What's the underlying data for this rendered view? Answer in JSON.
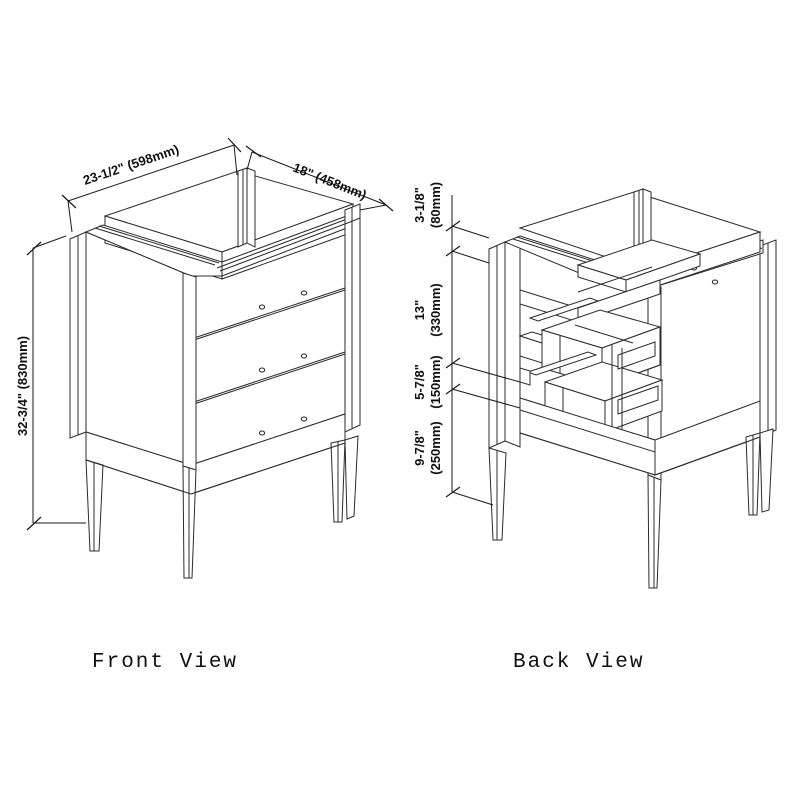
{
  "drawing": {
    "title_hidden": "",
    "background_color": "#ffffff",
    "line_color": "#2b2b2b",
    "text_color": "#111111"
  },
  "views": [
    {
      "id": "front",
      "caption": "Front View",
      "drawer_count": 3,
      "hole_pairs_per_drawer": 2
    },
    {
      "id": "back",
      "caption": "Back View",
      "drawer_box_count": 2,
      "hole_pairs_visible": 2
    }
  ],
  "dimensions": {
    "width": {
      "label": "23-1/2\" (598mm)",
      "imperial": "23-1/2\"",
      "metric": "598mm",
      "view": "front",
      "orientation": "top-left-diagonal"
    },
    "depth": {
      "label": "18\" (458mm)",
      "imperial": "18\"",
      "metric": "458mm",
      "view": "front",
      "orientation": "top-right-diagonal"
    },
    "height": {
      "label": "32-3/4\" (830mm)",
      "imperial": "32-3/4\"",
      "metric": "830mm",
      "view": "front",
      "orientation": "left-vertical"
    },
    "stack": [
      {
        "id": "top-rail",
        "imperial": "3-1/8\"",
        "metric": "(80mm)",
        "view": "back"
      },
      {
        "id": "drawer-zone",
        "imperial": "13\"",
        "metric": "(330mm)",
        "view": "back"
      },
      {
        "id": "lower-drawer",
        "imperial": "5-7/8\"",
        "metric": "(150mm)",
        "view": "back"
      },
      {
        "id": "leg-zone",
        "imperial": "9-7/8\"",
        "metric": "(250mm)",
        "view": "back"
      }
    ]
  }
}
